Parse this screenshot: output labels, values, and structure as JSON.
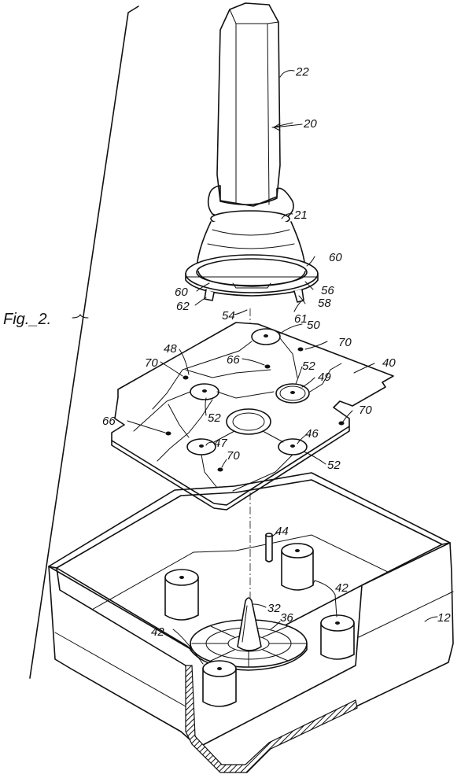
{
  "figure_label": "Fig._2.",
  "callouts": {
    "n22": "22",
    "n20": "20",
    "n21": "21",
    "n60a": "60",
    "n60b": "60",
    "n56": "56",
    "n62": "62",
    "n58": "58",
    "n61": "61",
    "n54": "54",
    "n50": "50",
    "n70a": "70",
    "n48": "48",
    "n66a": "66",
    "n40": "40",
    "n70b": "70",
    "n52a": "52",
    "n49": "49",
    "n52b": "52",
    "n70c": "70",
    "n66b": "66",
    "n47": "47",
    "n46": "46",
    "n70d": "70",
    "n52c": "52",
    "n44": "44",
    "n42a": "42",
    "n32": "32",
    "n36": "36",
    "n12": "12",
    "n42b": "42"
  }
}
